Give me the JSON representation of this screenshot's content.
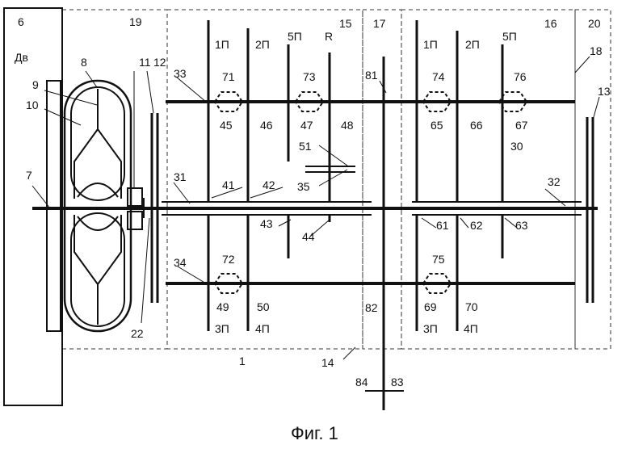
{
  "figure": {
    "caption": "Фиг. 1",
    "engine_label": "Дв",
    "gear_marks": {
      "g1p_a": "1П",
      "g2p_a": "2П",
      "g5p": "5П",
      "rev": "R",
      "g1p_b": "1П",
      "g2p_b": "2П",
      "g5p_b": "5П",
      "g3p_a": "3П",
      "g4p_a": "4П",
      "g3p_b": "3П",
      "g4p_b": "4П"
    },
    "refs": {
      "r1": "1",
      "r6": "6",
      "r7": "7",
      "r8": "8",
      "r9": "9",
      "r10": "10",
      "r11": "11",
      "r12": "12",
      "r13": "13",
      "r14": "14",
      "r15": "15",
      "r16": "16",
      "r17": "17",
      "r18": "18",
      "r19": "19",
      "r20": "20",
      "r22": "22",
      "r30": "30",
      "r31": "31",
      "r32": "32",
      "r33": "33",
      "r34": "34",
      "r35": "35",
      "r41": "41",
      "r42": "42",
      "r43": "43",
      "r44": "44",
      "r45": "45",
      "r46": "46",
      "r47": "47",
      "r48": "48",
      "r49": "49",
      "r50": "50",
      "r51": "51",
      "r61": "61",
      "r62": "62",
      "r63": "63",
      "r65": "65",
      "r66": "66",
      "r67": "67",
      "r69": "69",
      "r70": "70",
      "r71": "71",
      "r72": "72",
      "r73": "73",
      "r74": "74",
      "r75": "75",
      "r76": "76",
      "r81": "81",
      "r82": "82",
      "r83": "83",
      "r84": "84"
    }
  }
}
